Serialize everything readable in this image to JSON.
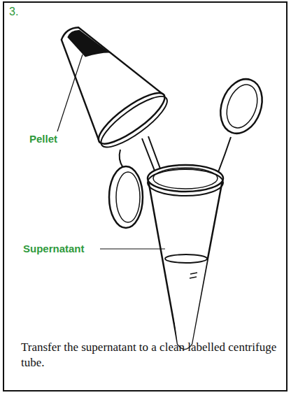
{
  "diagram": {
    "caption": "Transfer the supernatant to a clean labelled centrifuge tube.",
    "labels": [
      "3.",
      "Pellet",
      "Supernatant"
    ]
  }
}
